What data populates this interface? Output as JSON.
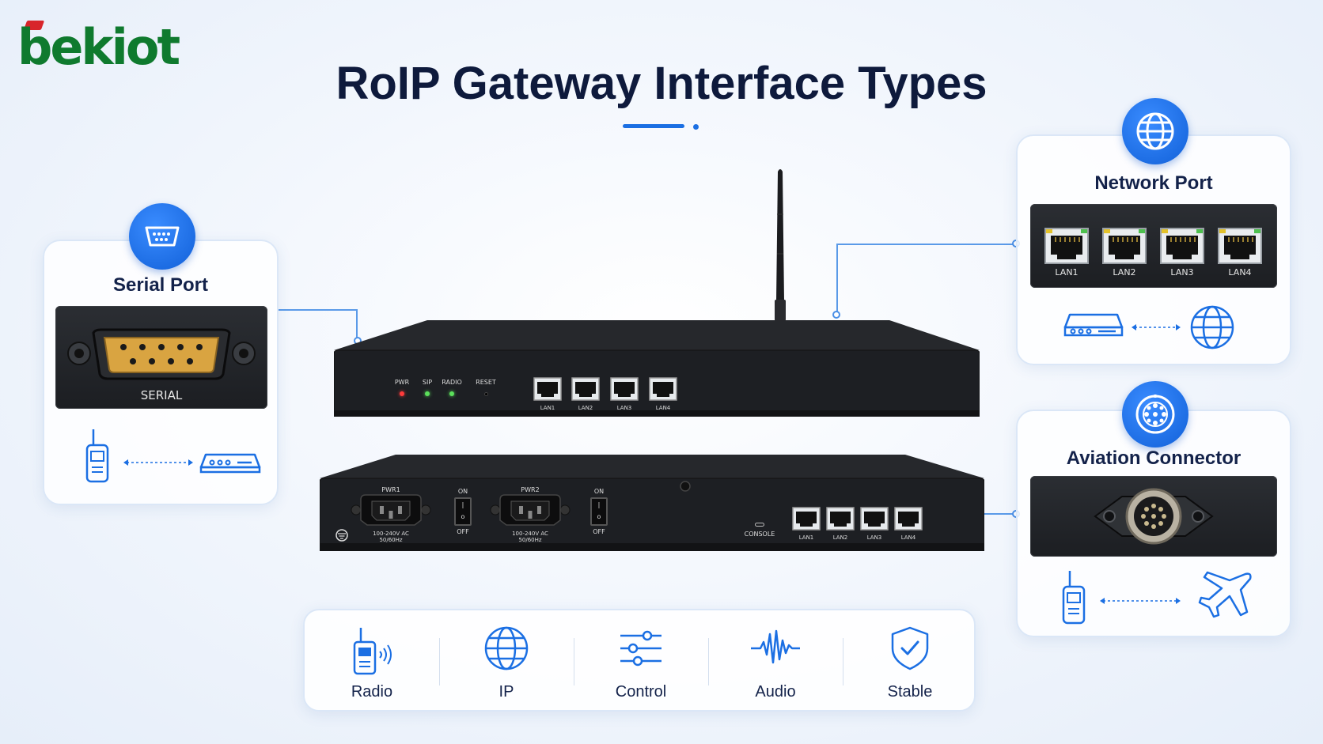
{
  "brand": {
    "logo_text": "bekiot"
  },
  "title": "RoIP Gateway Interface Types",
  "serial_card": {
    "title": "Serial Port",
    "panel_label": "SERIAL"
  },
  "network_card": {
    "title": "Network Port",
    "ports": [
      "LAN1",
      "LAN2",
      "LAN3",
      "LAN4"
    ]
  },
  "aviation_card": {
    "title": "Aviation Connector"
  },
  "device_front": {
    "indicators": [
      "PWR",
      "SIP",
      "RADIO"
    ],
    "reset_label": "RESET",
    "ports": [
      "LAN1",
      "LAN2",
      "LAN3",
      "LAN4"
    ]
  },
  "device_back": {
    "power": [
      {
        "label": "PWR1",
        "rating_line1": "100-240V AC",
        "rating_line2": "50/60Hz",
        "switch_on": "ON",
        "switch_off": "OFF"
      },
      {
        "label": "PWR2",
        "rating_line1": "100-240V AC",
        "rating_line2": "50/60Hz",
        "switch_on": "ON",
        "switch_off": "OFF"
      }
    ],
    "console_label": "CONSOLE",
    "ports": [
      "LAN1",
      "LAN2",
      "LAN3",
      "LAN4"
    ]
  },
  "features": [
    {
      "label": "Radio",
      "icon": "radio-icon"
    },
    {
      "label": "IP",
      "icon": "globe-icon"
    },
    {
      "label": "Control",
      "icon": "sliders-icon"
    },
    {
      "label": "Audio",
      "icon": "waveform-icon"
    },
    {
      "label": "Stable",
      "icon": "shield-check-icon"
    }
  ],
  "colors": {
    "accent": "#1b6fe3",
    "brand_green": "#0f7a2e",
    "brand_red": "#d8252b",
    "title": "#0e1a3c",
    "device": "#1e2024"
  }
}
